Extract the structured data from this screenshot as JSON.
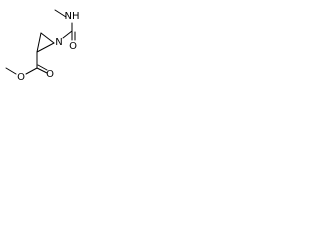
{
  "molecule": {
    "atoms": {
      "ring_n": "N",
      "amide_o": "O",
      "amide_nh": "NH",
      "ester_o_carbonyl": "O",
      "ester_o_single": "O"
    },
    "colors": {
      "bond": "#000000",
      "label": "#000000",
      "background": "#ffffff"
    }
  }
}
